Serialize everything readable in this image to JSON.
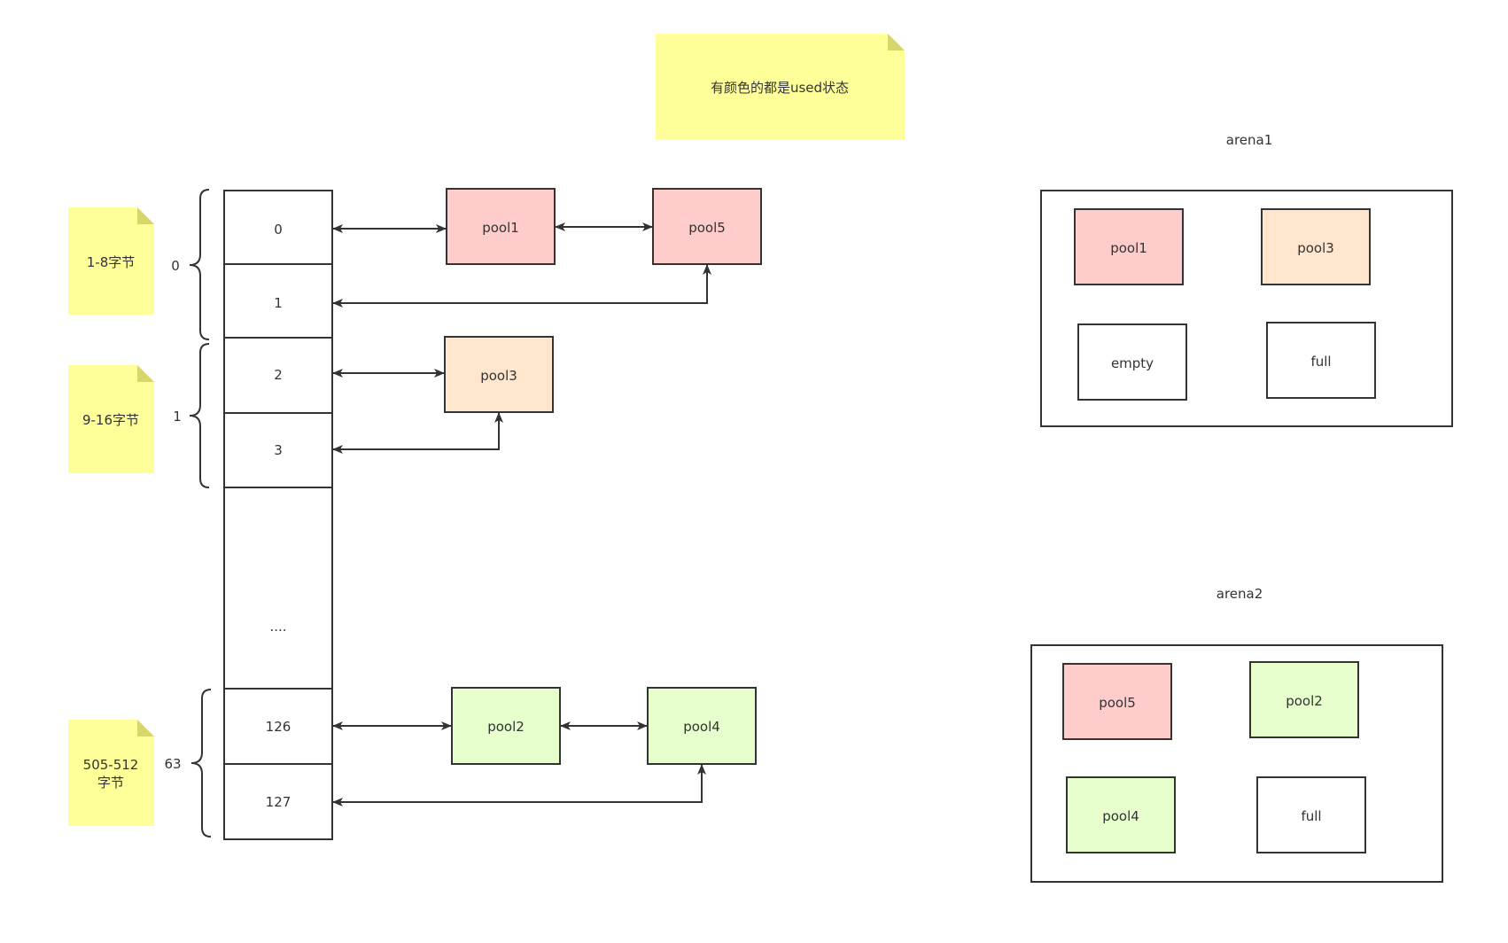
{
  "colors": {
    "pink": "#ffcccc",
    "peach": "#ffe6cc",
    "green": "#e6ffcc",
    "note": "#ffff99",
    "note_fold": "#d6d66a",
    "stroke": "#333333"
  },
  "note_top": {
    "text": "有颜色的都是used状态"
  },
  "size_notes": [
    {
      "lines": [
        "1-8字节"
      ]
    },
    {
      "lines": [
        "9-16字节"
      ]
    },
    {
      "lines": [
        "505-512",
        "字节"
      ]
    }
  ],
  "brace_labels": [
    "0",
    "1",
    "63"
  ],
  "freepool_cells": [
    "0",
    "1",
    "2",
    "3",
    "....",
    "126",
    "127"
  ],
  "pools": [
    {
      "label": "pool1",
      "color": "pink"
    },
    {
      "label": "pool5",
      "color": "pink"
    },
    {
      "label": "pool3",
      "color": "peach"
    },
    {
      "label": "pool2",
      "color": "green"
    },
    {
      "label": "pool4",
      "color": "green"
    }
  ],
  "arenas": [
    {
      "title": "arena1",
      "items": [
        {
          "label": "pool1",
          "color": "pink"
        },
        {
          "label": "pool3",
          "color": "peach"
        },
        {
          "label": "empty",
          "color": "white"
        },
        {
          "label": "full",
          "color": "white"
        }
      ]
    },
    {
      "title": "arena2",
      "items": [
        {
          "label": "pool5",
          "color": "pink"
        },
        {
          "label": "pool2",
          "color": "green"
        },
        {
          "label": "pool4",
          "color": "green"
        },
        {
          "label": "full",
          "color": "white"
        }
      ]
    }
  ]
}
